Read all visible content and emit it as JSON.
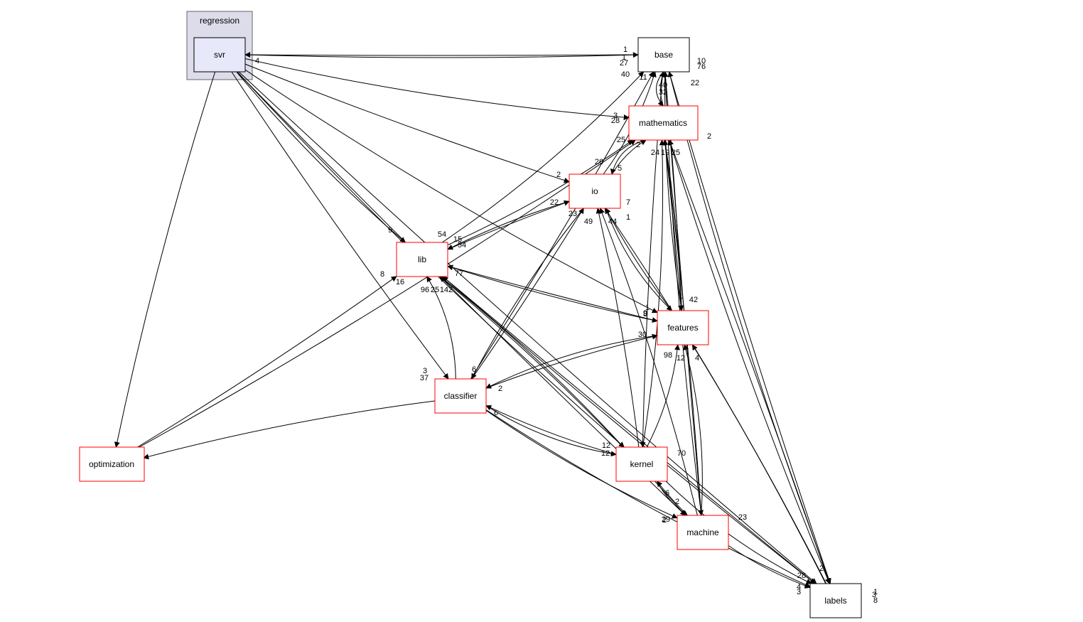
{
  "cluster": {
    "id": "regression",
    "label": "regression",
    "fill": "#dcdcea",
    "stroke": "#666666"
  },
  "colors": {
    "current": "#e8e8fb",
    "red_border": "#ff0000",
    "black_border": "#000000",
    "edge": "#000000"
  },
  "nodes": [
    {
      "id": "svr",
      "label": "svr",
      "border": "black",
      "current": true
    },
    {
      "id": "base",
      "label": "base",
      "border": "black"
    },
    {
      "id": "mathematics",
      "label": "mathematics",
      "border": "red"
    },
    {
      "id": "io",
      "label": "io",
      "border": "red"
    },
    {
      "id": "lib",
      "label": "lib",
      "border": "red"
    },
    {
      "id": "features",
      "label": "features",
      "border": "red"
    },
    {
      "id": "classifier",
      "label": "classifier",
      "border": "red"
    },
    {
      "id": "optimization",
      "label": "optimization",
      "border": "red"
    },
    {
      "id": "kernel",
      "label": "kernel",
      "border": "red"
    },
    {
      "id": "machine",
      "label": "machine",
      "border": "red"
    },
    {
      "id": "labels",
      "label": "labels",
      "border": "black"
    }
  ],
  "edges": [
    {
      "from": "svr",
      "to": "base"
    },
    {
      "from": "base",
      "to": "svr"
    },
    {
      "from": "svr",
      "to": "mathematics"
    },
    {
      "from": "svr",
      "to": "io"
    },
    {
      "from": "svr",
      "to": "lib"
    },
    {
      "from": "svr",
      "to": "features"
    },
    {
      "from": "svr",
      "to": "classifier"
    },
    {
      "from": "svr",
      "to": "optimization"
    },
    {
      "from": "svr",
      "to": "kernel"
    },
    {
      "from": "svr",
      "to": "machine"
    },
    {
      "from": "svr",
      "to": "labels"
    },
    {
      "from": "base",
      "to": "mathematics"
    },
    {
      "from": "mathematics",
      "to": "base"
    },
    {
      "from": "base",
      "to": "features"
    },
    {
      "from": "features",
      "to": "base"
    },
    {
      "from": "base",
      "to": "kernel"
    },
    {
      "from": "base",
      "to": "machine"
    },
    {
      "from": "base",
      "to": "labels"
    },
    {
      "from": "labels",
      "to": "base"
    },
    {
      "from": "io",
      "to": "base"
    },
    {
      "from": "lib",
      "to": "base"
    },
    {
      "from": "classifier",
      "to": "base"
    },
    {
      "from": "machine",
      "to": "base"
    },
    {
      "from": "mathematics",
      "to": "io"
    },
    {
      "from": "io",
      "to": "mathematics"
    },
    {
      "from": "lib",
      "to": "mathematics"
    },
    {
      "from": "optimization",
      "to": "mathematics"
    },
    {
      "from": "features",
      "to": "mathematics"
    },
    {
      "from": "mathematics",
      "to": "features"
    },
    {
      "from": "kernel",
      "to": "mathematics"
    },
    {
      "from": "machine",
      "to": "mathematics"
    },
    {
      "from": "mathematics",
      "to": "labels"
    },
    {
      "from": "labels",
      "to": "mathematics"
    },
    {
      "from": "io",
      "to": "lib"
    },
    {
      "from": "lib",
      "to": "io"
    },
    {
      "from": "io",
      "to": "features"
    },
    {
      "from": "features",
      "to": "io"
    },
    {
      "from": "io",
      "to": "classifier"
    },
    {
      "from": "classifier",
      "to": "io"
    },
    {
      "from": "kernel",
      "to": "io"
    },
    {
      "from": "machine",
      "to": "io"
    },
    {
      "from": "labels",
      "to": "io"
    },
    {
      "from": "lib",
      "to": "features"
    },
    {
      "from": "features",
      "to": "lib"
    },
    {
      "from": "classifier",
      "to": "lib"
    },
    {
      "from": "optimization",
      "to": "lib"
    },
    {
      "from": "kernel",
      "to": "lib"
    },
    {
      "from": "machine",
      "to": "lib"
    },
    {
      "from": "lib",
      "to": "labels"
    },
    {
      "from": "labels",
      "to": "lib"
    },
    {
      "from": "features",
      "to": "classifier"
    },
    {
      "from": "classifier",
      "to": "features"
    },
    {
      "from": "kernel",
      "to": "features"
    },
    {
      "from": "machine",
      "to": "features"
    },
    {
      "from": "labels",
      "to": "features"
    },
    {
      "from": "classifier",
      "to": "optimization"
    },
    {
      "from": "classifier",
      "to": "kernel"
    },
    {
      "from": "kernel",
      "to": "classifier"
    },
    {
      "from": "classifier",
      "to": "machine"
    },
    {
      "from": "classifier",
      "to": "labels"
    },
    {
      "from": "kernel",
      "to": "machine"
    },
    {
      "from": "machine",
      "to": "kernel"
    },
    {
      "from": "kernel",
      "to": "labels"
    },
    {
      "from": "machine",
      "to": "labels"
    }
  ],
  "edge_labels": [
    "1",
    "1",
    "27",
    "40",
    "4",
    "11",
    "40",
    "32",
    "22",
    "10",
    "76",
    "2",
    "22",
    "3",
    "28",
    "25",
    "2",
    "24",
    "19",
    "25",
    "26",
    "5",
    "2",
    "22",
    "7",
    "23",
    "49",
    "44",
    "1",
    "9",
    "54",
    "15",
    "54",
    "77",
    "8",
    "16",
    "96",
    "25",
    "142",
    "1",
    "8",
    "42",
    "1",
    "9",
    "30",
    "98",
    "12",
    "4",
    "6",
    "3",
    "37",
    "2",
    "6",
    "12",
    "12",
    "70",
    "2",
    "2",
    "6",
    "29",
    "23",
    "28",
    "2",
    "4",
    "3",
    "3",
    "1",
    "8"
  ]
}
